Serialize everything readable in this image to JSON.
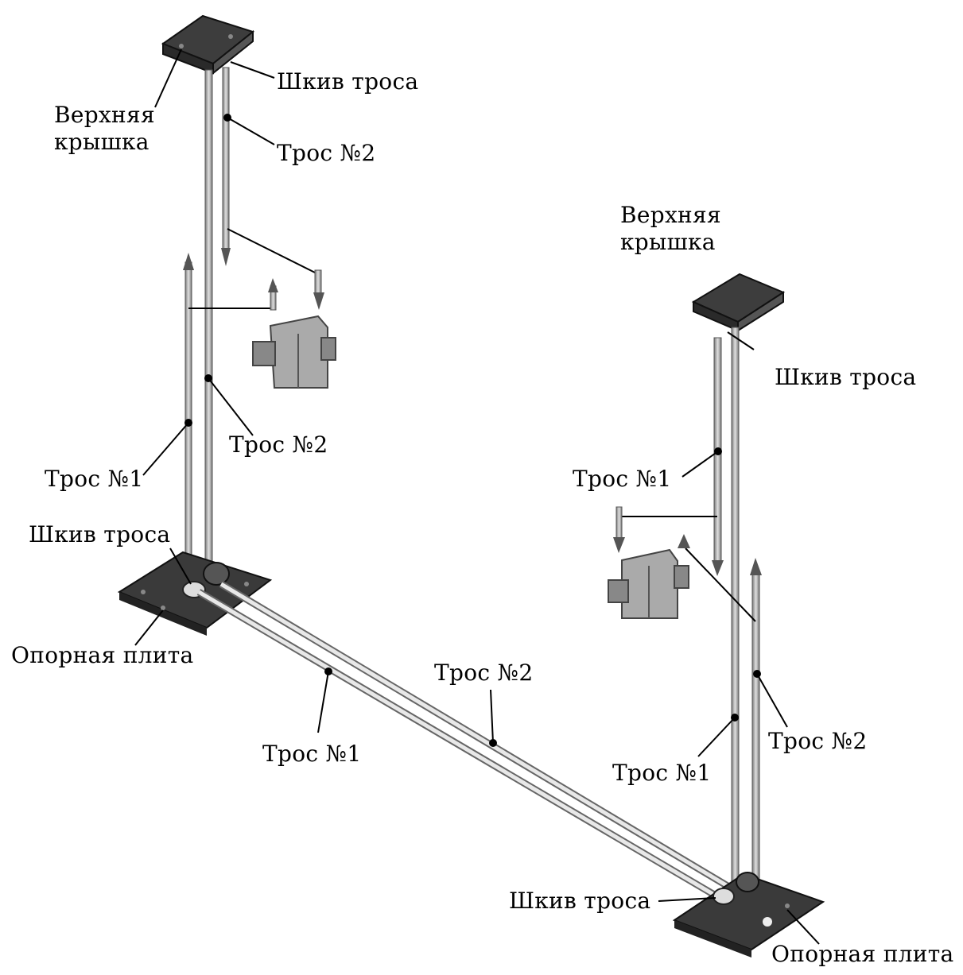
{
  "diagram": {
    "colors": {
      "plate": "#3a3a3a",
      "plate_edge": "#1a1a1a",
      "rod": "#b8b8b8",
      "rod_edge": "#555555",
      "bracket": "#9a9a9a",
      "leader": "#000000",
      "background": "#ffffff"
    },
    "labels": {
      "top_cover_left": "Верхняя\nкрышка",
      "pulley_top_left": "Шкив троса",
      "cable2_top_left": "Трос №2",
      "cable2_mid_left": "Трос №2",
      "cable1_mid_left": "Трос №1",
      "pulley_bottom_left": "Шкив троса",
      "base_plate_left": "Опорная плита",
      "cable2_diagonal": "Трос №2",
      "cable1_diagonal": "Трос №1",
      "top_cover_right": "Верхняя\nкрышка",
      "pulley_top_right": "Шкив троса",
      "cable1_right_upper": "Трос №1",
      "cable2_right_lower": "Трос №2",
      "cable1_right_lower": "Трос №1",
      "pulley_bottom_right": "Шкив троса",
      "base_plate_right": "Опорная плита"
    }
  }
}
